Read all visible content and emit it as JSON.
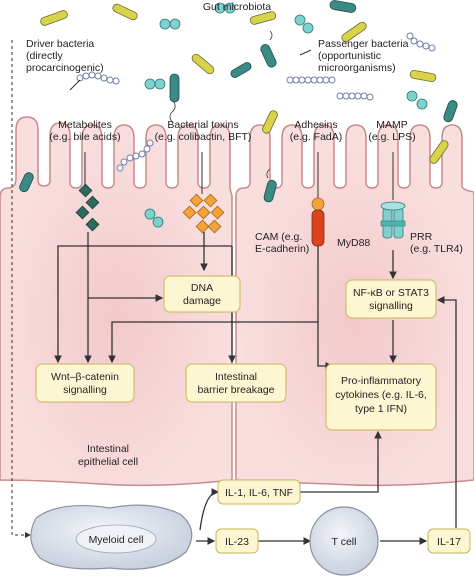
{
  "header": {
    "title": "Gut microbiota"
  },
  "bacteria": {
    "driver": [
      "Driver bacteria",
      "(directly",
      "procarcinogenic)"
    ],
    "passenger": [
      "Passenger bacteria",
      "(opportunistic",
      "microorganisms)"
    ]
  },
  "stimuli": {
    "metabolites": [
      "Metabolites",
      "(e.g. bile acids)"
    ],
    "toxins": [
      "Bacterial toxins",
      "(e.g. colibactin, BFT)"
    ],
    "adhesins": [
      "Adhesins",
      "(e.g. FadA)"
    ],
    "mamp": [
      "MAMP",
      "(e.g. LPS)"
    ]
  },
  "receptors": {
    "cam": [
      "CAM (e.g.",
      "E-cadherin)"
    ],
    "myd88": "MyD88",
    "prr": [
      "PRR",
      "(e.g. TLR4)"
    ]
  },
  "boxes": {
    "dna_damage": [
      "DNA",
      "damage"
    ],
    "nfkb": [
      "NF-κB or STAT3",
      "signalling"
    ],
    "wnt": [
      "Wnt–β-catenin",
      "signalling"
    ],
    "barrier": [
      "Intestinal",
      "barrier breakage"
    ],
    "cytokines": [
      "Pro-inflammatory",
      "cytokines (e.g. IL-6,",
      "type 1 IFN)"
    ],
    "il1": "IL-1, IL-6, TNF",
    "il23": "IL-23",
    "il17": "IL-17"
  },
  "cells": {
    "epithelial": [
      "Intestinal",
      "epithelial cell"
    ],
    "myeloid": "Myeloid cell",
    "tcell": "T cell"
  },
  "colors": {
    "cell_fill": "#f9dede",
    "cell_stroke": "#c98a8c",
    "box_fill": "#fdf6d3",
    "box_stroke": "#c8b45a",
    "immune_fill": "#dde4ee",
    "immune_stroke": "#8a93a3",
    "rod_yellow": "#d8d34a",
    "rod_teal": "#3a8a86",
    "metabolite": "#2e6b5e",
    "toxin": "#f2a33a",
    "adhesin": "#d9441f",
    "receptor": "#7fd1cf",
    "arrow": "#333333"
  }
}
